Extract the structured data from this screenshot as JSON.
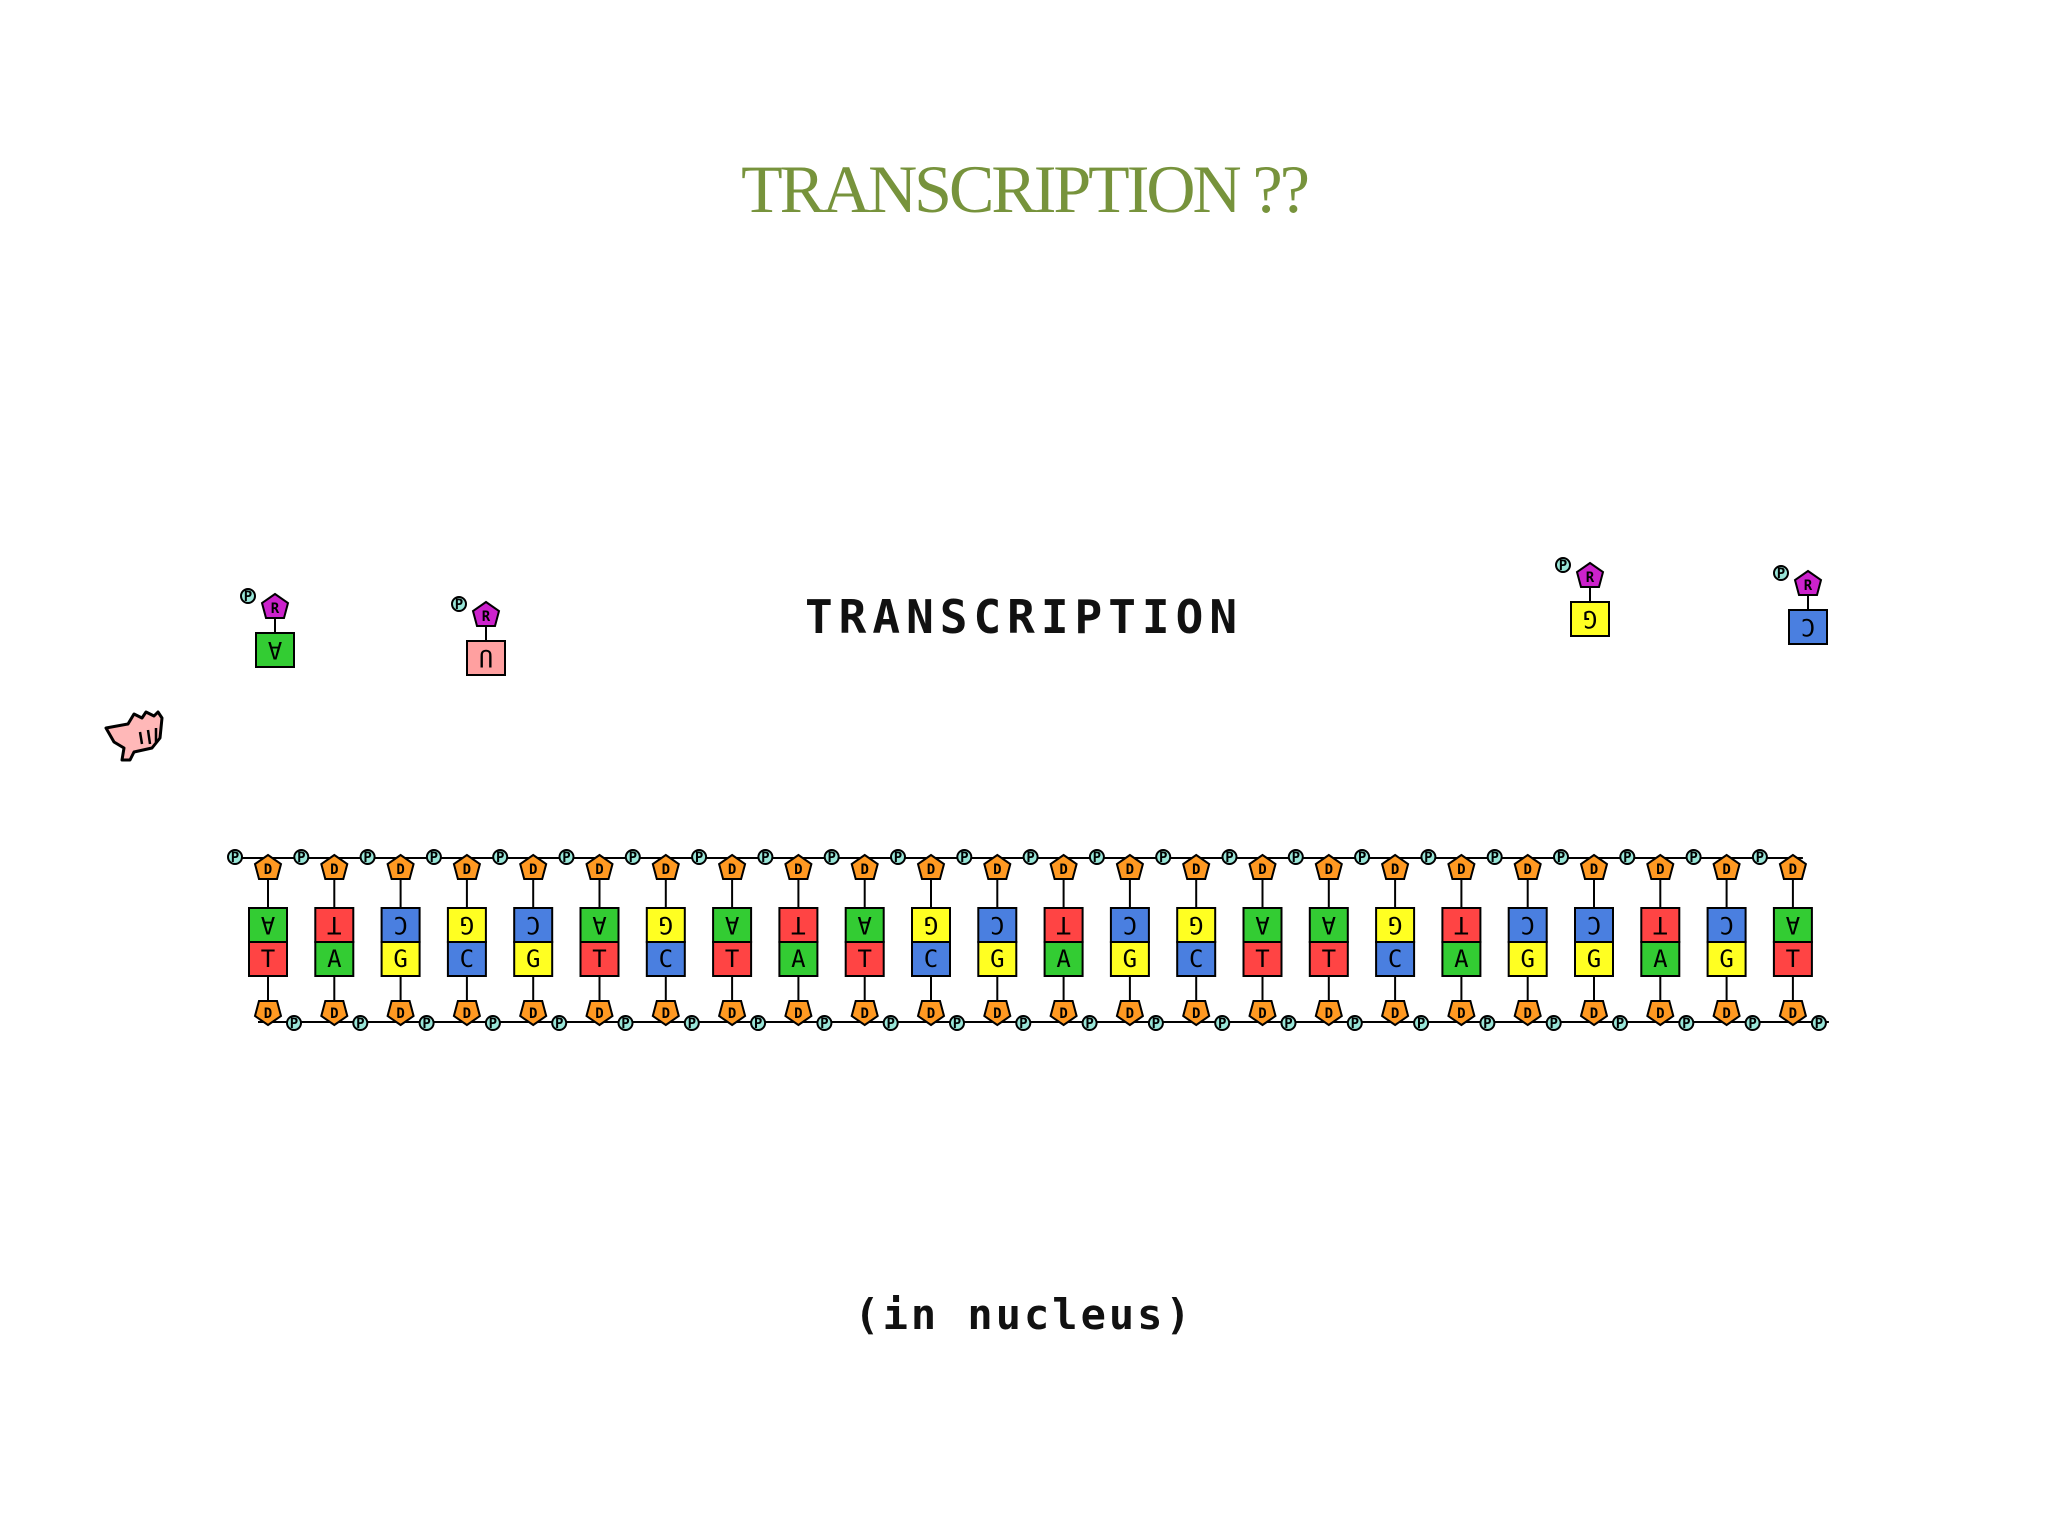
{
  "slide": {
    "title": "TRANSCRIPTION ??"
  },
  "diagram": {
    "heading": "TRANSCRIPTION",
    "location_caption": "(in nucleus)",
    "dna_bases": [
      "A",
      "T",
      "C",
      "G",
      "C",
      "A",
      "G",
      "A",
      "T",
      "A",
      "G",
      "C",
      "T",
      "C",
      "G",
      "A",
      "A",
      "G",
      "T",
      "C",
      "C",
      "T",
      "C",
      "A"
    ],
    "free_nucleotides": [
      "A",
      "U",
      "G",
      "C"
    ],
    "sugar_label": "D",
    "free_sugar_label": "R",
    "phosphate_label": "P",
    "colors": {
      "A": "#33cc33",
      "T": "#ff4444",
      "U": "#ffa0a0",
      "C": "#4a7fe0",
      "G": "#ffff22",
      "sugar_dna": "#ff9922",
      "sugar_rna": "#cc22cc",
      "phosphate": "#99e6d8",
      "title": "#77933c"
    },
    "pointer_icon": "hand-pointer-icon"
  }
}
